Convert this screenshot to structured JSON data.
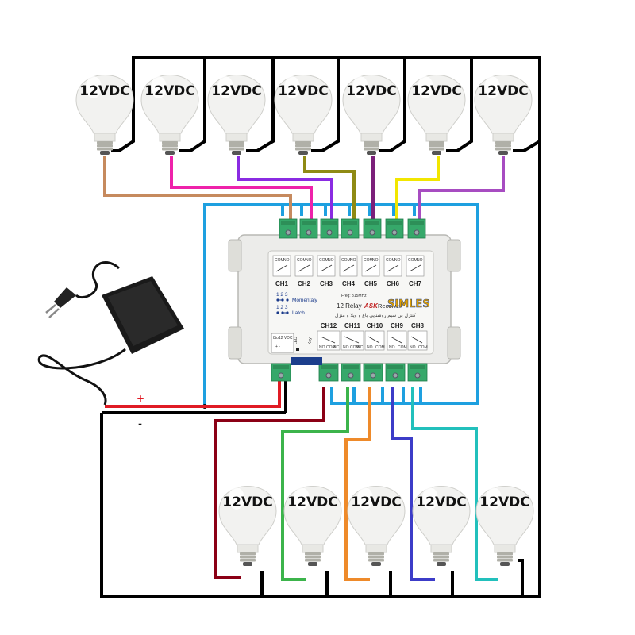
{
  "bulbs_top": [
    {
      "label": "12VDC",
      "wire": "#c68a5e"
    },
    {
      "label": "12VDC",
      "wire": "#ee22aa"
    },
    {
      "label": "12VDC",
      "wire": "#8a2be2"
    },
    {
      "label": "12VDC",
      "wire": "#8f8a14"
    },
    {
      "label": "12VDC",
      "wire": "#7b1f7a"
    },
    {
      "label": "12VDC",
      "wire": "#f2e600"
    },
    {
      "label": "12VDC",
      "wire": "#a74cc1"
    }
  ],
  "bulbs_bottom": [
    {
      "label": "12VDC",
      "wire": "#8b0015"
    },
    {
      "label": "12VDC",
      "wire": "#3cb44b"
    },
    {
      "label": "12VDC",
      "wire": "#ee8a2a"
    },
    {
      "label": "12VDC",
      "wire": "#3c3cc8"
    },
    {
      "label": "12VDC",
      "wire": "#22c0bc"
    }
  ],
  "module": {
    "top_channels": [
      "CH1",
      "CH2",
      "CH3",
      "CH4",
      "CH5",
      "CH6",
      "CH7"
    ],
    "bottom_channels": [
      "CH12",
      "CH11",
      "CH10",
      "CH9",
      "CH8"
    ],
    "terminal_top": [
      "COM",
      "NO"
    ],
    "terminal_bottom_3": [
      "NO",
      "COM",
      "NC"
    ],
    "terminal_bottom_2": [
      "NO",
      "COM"
    ],
    "brand": "SIMLES",
    "freq": "Freq: 315MHz",
    "model_line1": "12 Relay",
    "model_ask": "ASK",
    "model_line2": "Receiver",
    "persian": "کنترل بی سیم روشنایی باغ و ویلا و منزل",
    "mode_digits": "1 2 3",
    "mode_momentary": "Momentaly",
    "mode_latch": "Latch",
    "power_label": "8to12 VDC",
    "led_label": "LED",
    "key_label": "Key"
  },
  "supply": {
    "plus": "+",
    "minus": "-"
  },
  "colors": {
    "blue": "#1ea0e0",
    "red": "#e01b24",
    "black": "#000000",
    "terminal_green": "#36a86a",
    "module_body": "#f4f4f2"
  }
}
